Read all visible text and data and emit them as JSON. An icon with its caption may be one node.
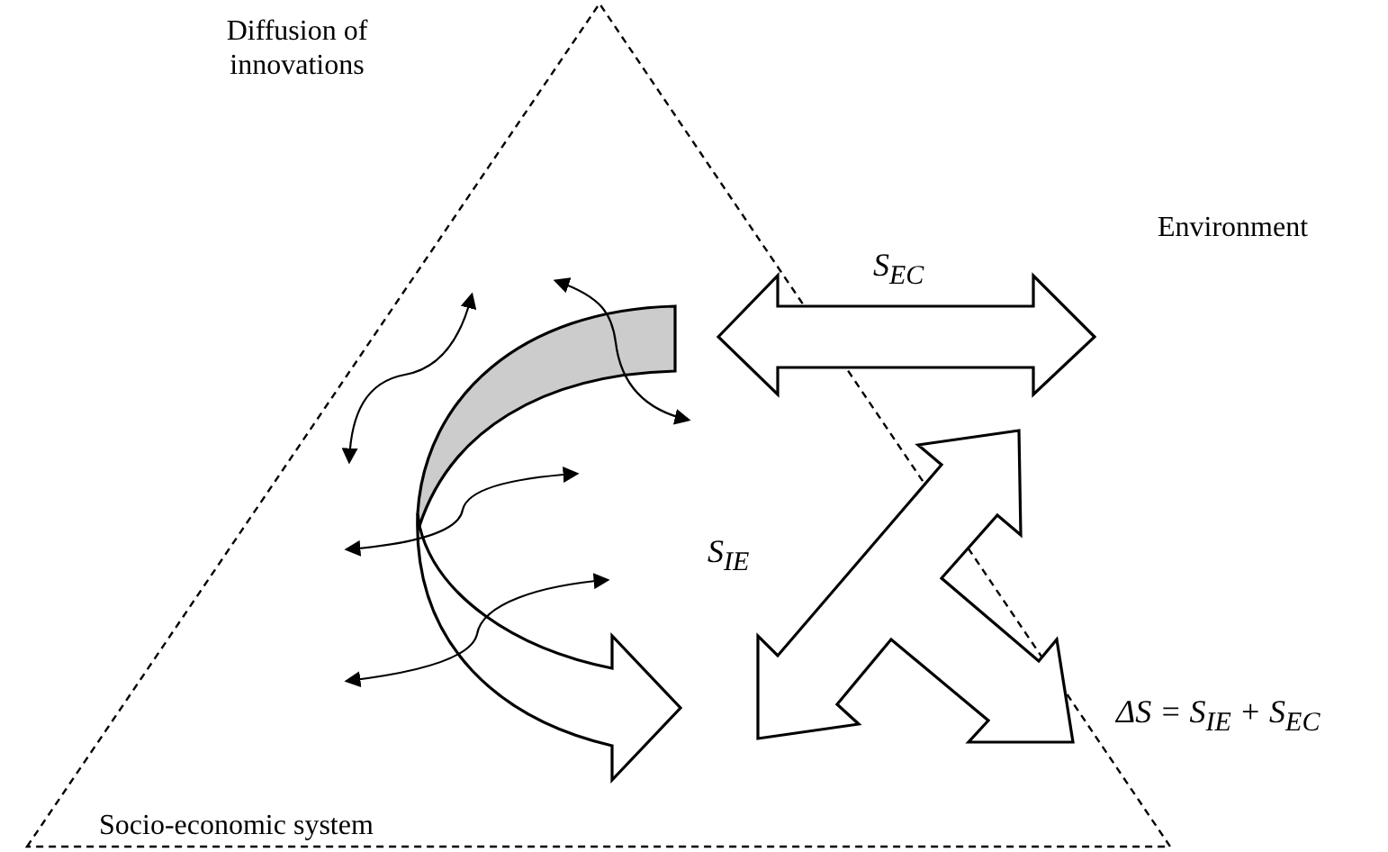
{
  "diagram": {
    "labels": [
      "Diffusion of innovations",
      "S$_{EC}$",
      "Environment",
      "S$_{IE}$",
      "ΔS = S$_{IE}$ + S$_{EC}$",
      "Socio-economic system"
    ]
  }
}
